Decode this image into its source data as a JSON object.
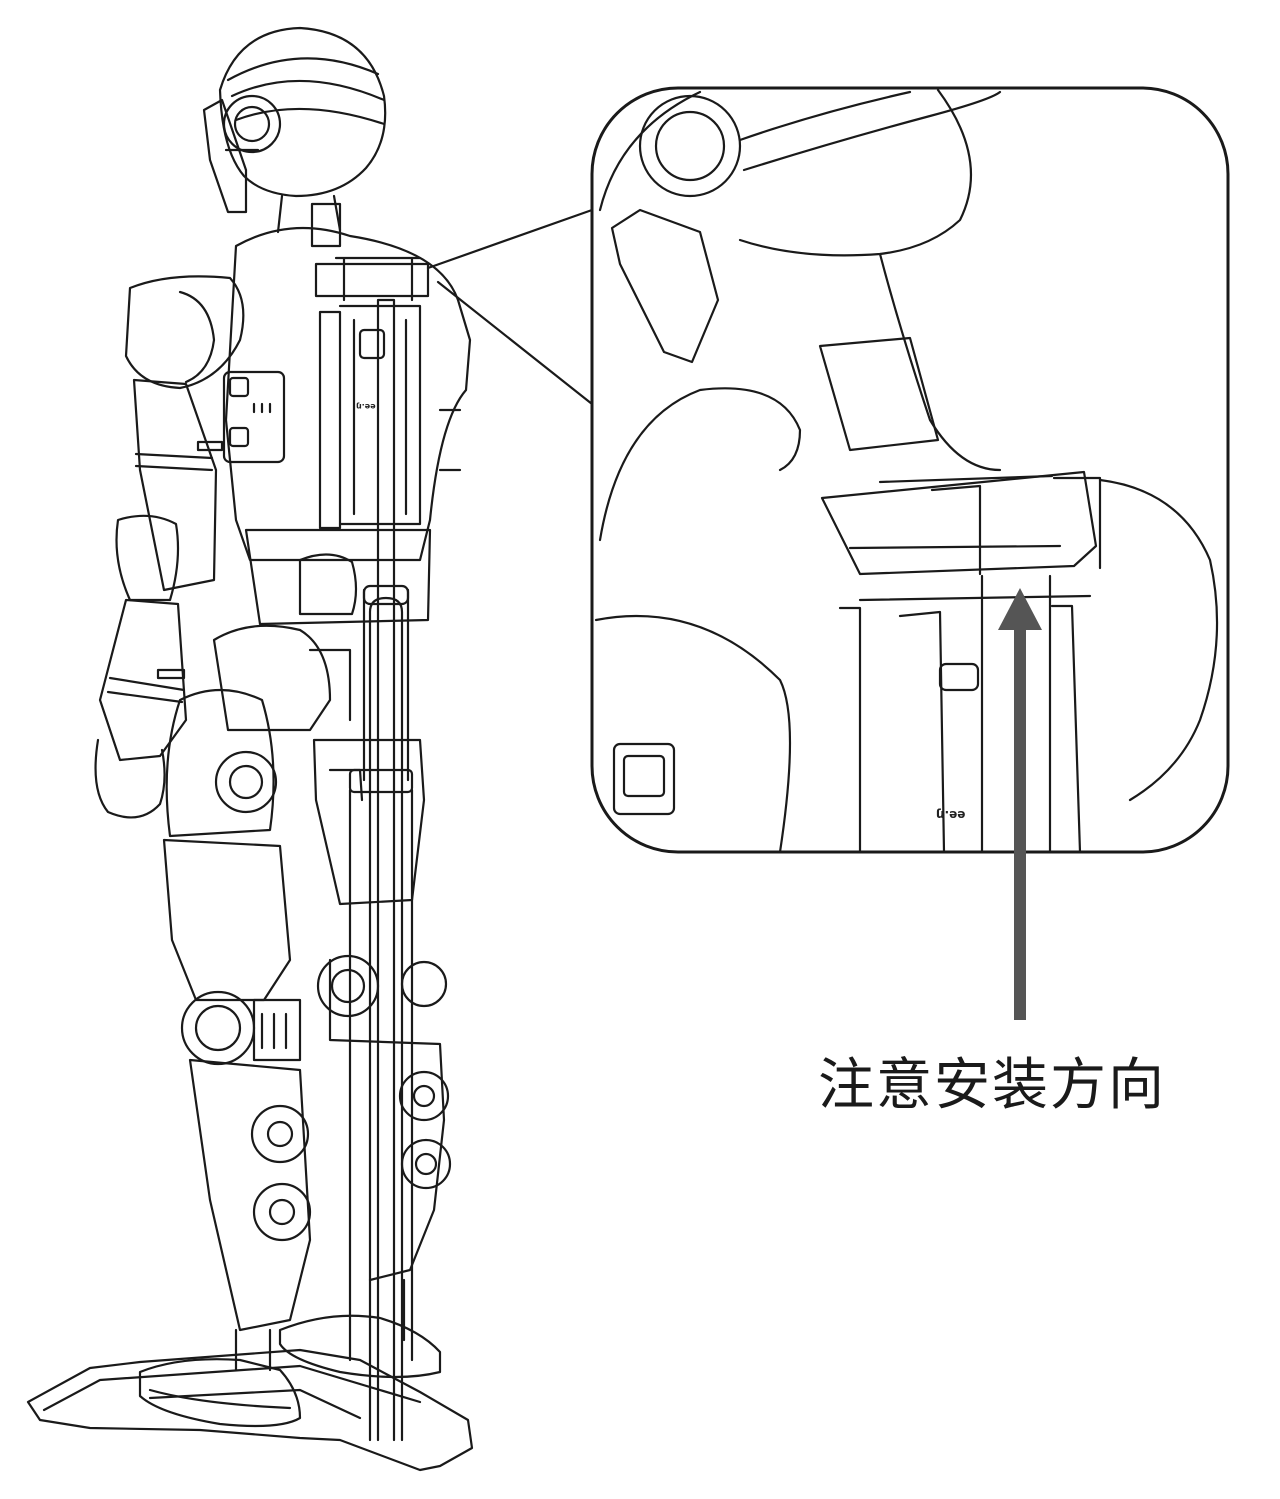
{
  "caption": {
    "text": "注意安装方向"
  },
  "backpack_label": "ee.ŋ",
  "colors": {
    "line": "#1a1a1a",
    "arrow": "#555555",
    "background": "#ffffff"
  },
  "figure": {
    "main_view": "humanoid-robot-on-stand-rear-view",
    "detail_view": "backpack-mount-closeup",
    "pointer": "arrow-up-to-mount-slot"
  }
}
